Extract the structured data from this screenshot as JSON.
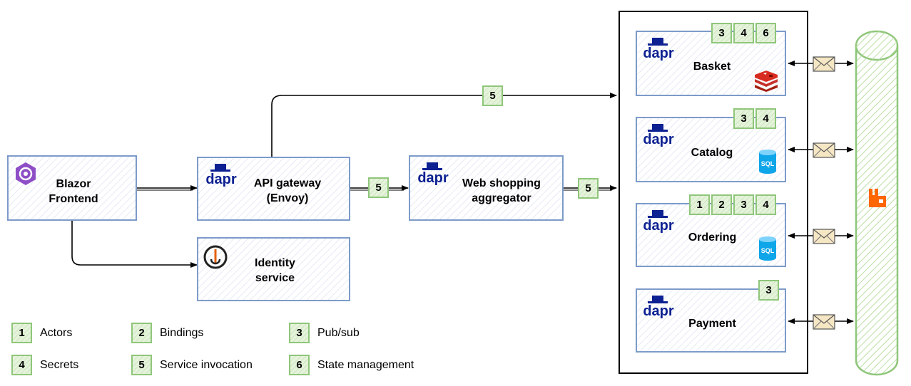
{
  "frontend": {
    "label_line1": "Blazor",
    "label_line2": "Frontend",
    "icon": "blazor-icon"
  },
  "gateway": {
    "label_line1": "API gateway",
    "label_line2": "(Envoy)",
    "icon": "dapr-logo"
  },
  "identity": {
    "label_line1": "Identity",
    "label_line2": "service",
    "icon": "identity-server-icon"
  },
  "aggregator": {
    "label_line1": "Web shopping",
    "label_line2": "aggregator",
    "icon": "dapr-logo"
  },
  "services": [
    {
      "name": "Basket",
      "badges": [
        "3",
        "4",
        "6"
      ],
      "store_icon": "redis-icon"
    },
    {
      "name": "Catalog",
      "badges": [
        "3",
        "4"
      ],
      "store_icon": "sql-database-icon",
      "store_text": "SQL"
    },
    {
      "name": "Ordering",
      "badges": [
        "1",
        "2",
        "3",
        "4"
      ],
      "store_icon": "sql-database-icon",
      "store_text": "SQL"
    },
    {
      "name": "Payment",
      "badges": [
        "3"
      ]
    }
  ],
  "arrow_badges": {
    "gateway_to_basket": "5",
    "gateway_to_aggregator": "5",
    "aggregator_to_services": "5"
  },
  "dapr_wordmark": "dapr",
  "message_bus_icon": "rabbitmq-icon",
  "envelope_icon": "envelope-icon",
  "legend": [
    {
      "number": "1",
      "label": "Actors"
    },
    {
      "number": "2",
      "label": "Bindings"
    },
    {
      "number": "3",
      "label": "Pub/sub"
    },
    {
      "number": "4",
      "label": "Secrets"
    },
    {
      "number": "5",
      "label": "Service invocation"
    },
    {
      "number": "6",
      "label": "State management"
    }
  ],
  "colors": {
    "box_border": "#7d9bc9",
    "badge_border": "#8fc67a",
    "badge_fill": "#e6f3dc",
    "dapr_blue": "#0d2192",
    "blazor_purple": "#8e4ec6",
    "redis_red": "#c6302b",
    "sql_blue": "#0ea5e9",
    "rabbitmq_orange": "#ff6600",
    "bus_green": "#8fc67a",
    "envelope_fill": "#f5e6c4"
  }
}
